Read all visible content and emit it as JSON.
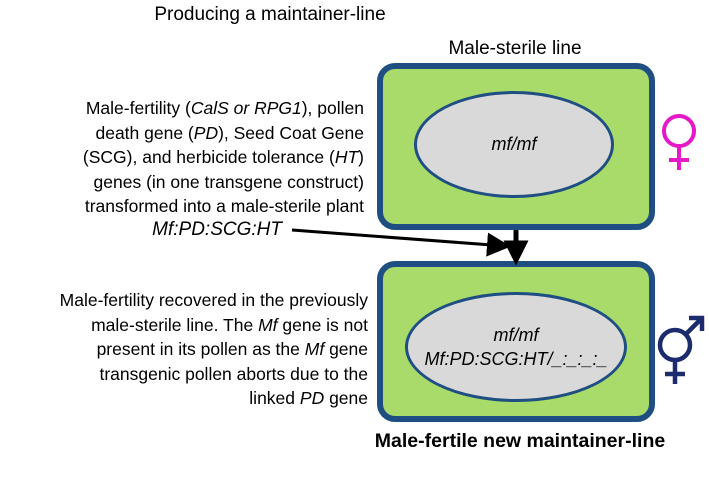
{
  "title": "Producing a maintainer-line",
  "male_sterile": {
    "label": "Male-sterile line",
    "genotype": "mf/mf"
  },
  "transformation_text": [
    [
      "Male-fertility (",
      {
        "i": "CalS or RPG1"
      },
      "), pollen"
    ],
    [
      "death gene (",
      {
        "i": "PD"
      },
      "), Seed Coat Gene"
    ],
    [
      "(SCG), and herbicide tolerance (",
      {
        "i": "HT"
      },
      ")"
    ],
    [
      "genes (in one transgene construct)"
    ],
    [
      "transformed into a male-sterile plant"
    ]
  ],
  "construct": "Mf:PD:SCG:HT",
  "maintainer": {
    "genotype_line1": "mf/mf",
    "genotype_line2": "Mf:PD:SCG:HT/_:_:_:_",
    "label": "Male-fertile new maintainer-line"
  },
  "recovery_text": [
    [
      "Male-fertility recovered in the previously"
    ],
    [
      "male-sterile line. The ",
      {
        "i": "Mf"
      },
      " gene is not"
    ],
    [
      "present in its pollen as the ",
      {
        "i": "Mf"
      },
      " gene"
    ],
    [
      "transgenic pollen aborts due to the"
    ],
    [
      "linked ",
      {
        "i": "PD"
      },
      " gene"
    ]
  ],
  "icons": {
    "female": "female-symbol-icon",
    "hermaphrodite": "hermaphrodite-symbol-icon"
  },
  "colors": {
    "box_fill": "#a8db6a",
    "box_border": "#1f4f82",
    "ellipse_fill": "#d9d9d9",
    "female_symbol": "#e619c8",
    "hermaphrodite_symbol": "#1c2a6e"
  }
}
